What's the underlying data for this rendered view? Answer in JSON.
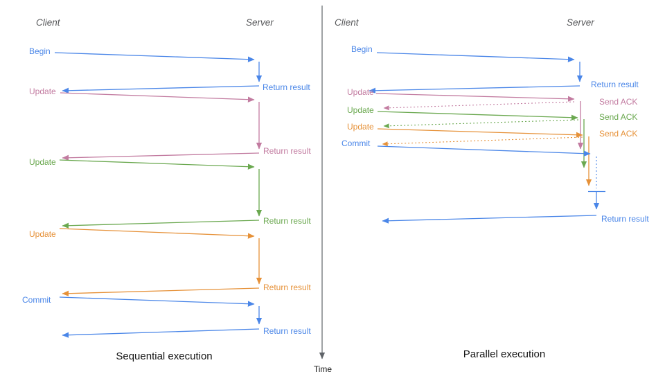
{
  "colors": {
    "blue": "#4A86E8",
    "magenta": "#C27BA0",
    "green": "#6AA84F",
    "orange": "#E69138",
    "axis_gray": "#5f6368",
    "lane_gray": "#58595b"
  },
  "time_axis": {
    "label": "Time"
  },
  "sequential": {
    "title": "Sequential execution",
    "client": "Client",
    "server": "Server",
    "exchanges": [
      {
        "label": "Begin",
        "result": "Return result"
      },
      {
        "label": "Update",
        "result": "Return result"
      },
      {
        "label": "Update",
        "result": "Return result"
      },
      {
        "label": "Update",
        "result": "Return result"
      },
      {
        "label": "Commit",
        "result": "Return result"
      }
    ]
  },
  "parallel": {
    "title": "Parallel execution",
    "client": "Client",
    "server": "Server",
    "begin": {
      "label": "Begin",
      "result": "Return result"
    },
    "updates": [
      {
        "label": "Update",
        "ack": "Send ACK"
      },
      {
        "label": "Update",
        "ack": "Send ACK"
      },
      {
        "label": "Update",
        "ack": "Send ACK"
      }
    ],
    "commit": {
      "label": "Commit",
      "result": "Return result"
    }
  }
}
